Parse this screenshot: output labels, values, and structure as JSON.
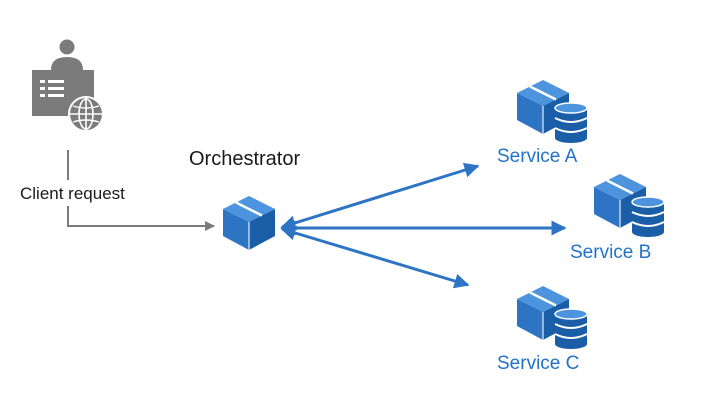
{
  "diagram": {
    "client": {
      "icon": "user-with-globe-icon",
      "request_label": "Client request"
    },
    "orchestrator": {
      "label": "Orchestrator",
      "icon": "cube-icon"
    },
    "services": [
      {
        "label": "Service A",
        "icon": "cube-with-database-icon"
      },
      {
        "label": "Service B",
        "icon": "cube-with-database-icon"
      },
      {
        "label": "Service C",
        "icon": "cube-with-database-icon"
      }
    ],
    "colors": {
      "accent": "#2e74c4",
      "accent_dark": "#1b5ea8",
      "accent_light": "#4d94de",
      "service_text": "#1f73c8",
      "connector_gray": "#7a7a7a",
      "client_gray": "#7b7b7b",
      "text": "#1a1a1a"
    }
  }
}
